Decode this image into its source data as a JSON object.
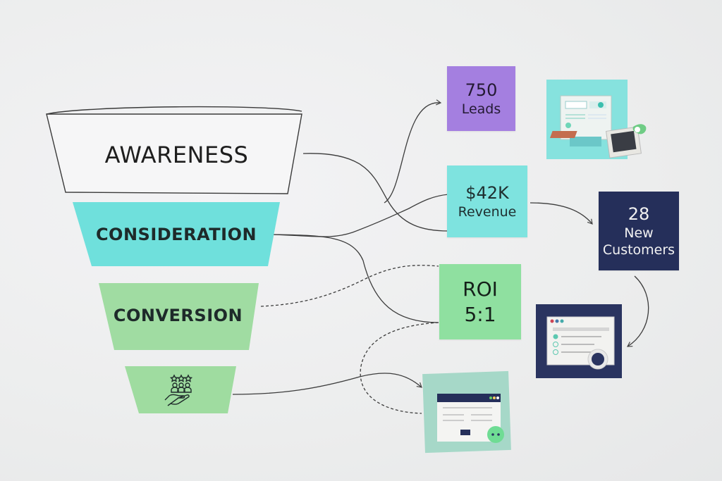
{
  "funnel": {
    "stages": [
      {
        "label": "AWARENESS",
        "color": "#f5f5f6",
        "outline": "#3a3a3a"
      },
      {
        "label": "CONSIDERATION",
        "color": "#6fe0dc"
      },
      {
        "label": "CONVERSION",
        "color": "#9fdca0"
      },
      {
        "label": "",
        "icon": "loyalty-hand-people-stars-icon",
        "color": "#9fdca0"
      }
    ]
  },
  "metrics": {
    "leads": {
      "value": "750",
      "label": "Leads",
      "color": "#a47fe0"
    },
    "revenue": {
      "value": "$42K",
      "label": "Revenue",
      "color": "#7ee3df"
    },
    "customers": {
      "value": "28",
      "label": "New",
      "label2": "Customers",
      "color": "#252f5a"
    },
    "roi": {
      "value": "ROI",
      "label": "5:1",
      "color": "#8fe0a0"
    }
  },
  "illustrations": [
    {
      "name": "documents-laptop-illustration",
      "color": "#86e2de"
    },
    {
      "name": "checklist-browser-illustration",
      "color": "#2a3460"
    },
    {
      "name": "chat-webpage-illustration",
      "color": "#a6d8c8"
    }
  ]
}
